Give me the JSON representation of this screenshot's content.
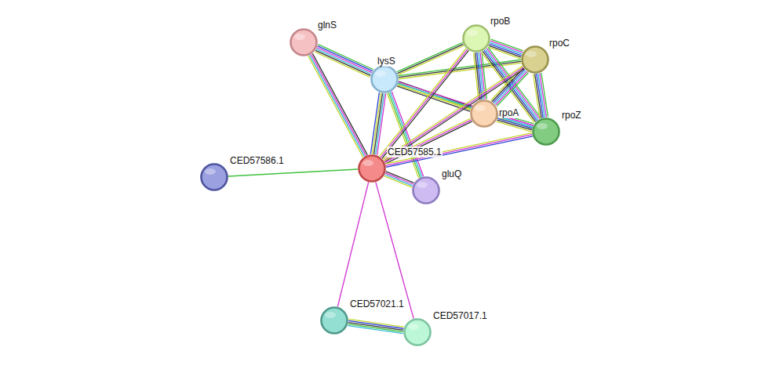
{
  "diagram": {
    "nodes": [
      {
        "text": [
          "glnS"
        ]
      },
      {
        "text": [
          "rpoB"
        ]
      },
      {
        "text": [
          "rpoC"
        ]
      },
      {
        "text": [
          "lysS"
        ]
      },
      {
        "text": [
          "rpoA"
        ]
      },
      {
        "text": [
          "rpoZ"
        ]
      },
      {
        "text": [
          "CED57585.1"
        ]
      },
      {
        "text": [
          "CED57586.1"
        ]
      },
      {
        "text": [
          "gluQ"
        ]
      },
      {
        "text": [
          "CED57021.1"
        ]
      },
      {
        "text": [
          "CED57017.1"
        ]
      }
    ],
    "edges": [
      {
        "from": 0,
        "to": 3,
        "arrow": "none"
      },
      {
        "from": 0,
        "to": 6,
        "arrow": "none"
      },
      {
        "from": 3,
        "to": 1,
        "arrow": "none"
      },
      {
        "from": 3,
        "to": 2,
        "arrow": "none"
      },
      {
        "from": 3,
        "to": 4,
        "arrow": "none"
      },
      {
        "from": 3,
        "to": 5,
        "arrow": "none"
      },
      {
        "from": 3,
        "to": 6,
        "arrow": "none"
      },
      {
        "from": 3,
        "to": 8,
        "arrow": "none"
      },
      {
        "from": 1,
        "to": 2,
        "arrow": "none"
      },
      {
        "from": 1,
        "to": 4,
        "arrow": "none"
      },
      {
        "from": 1,
        "to": 5,
        "arrow": "none"
      },
      {
        "from": 1,
        "to": 6,
        "arrow": "none"
      },
      {
        "from": 2,
        "to": 4,
        "arrow": "none"
      },
      {
        "from": 2,
        "to": 5,
        "arrow": "none"
      },
      {
        "from": 2,
        "to": 6,
        "arrow": "none"
      },
      {
        "from": 4,
        "to": 5,
        "arrow": "none"
      },
      {
        "from": 4,
        "to": 6,
        "arrow": "none"
      },
      {
        "from": 5,
        "to": 6,
        "arrow": "none"
      },
      {
        "from": 6,
        "to": 7,
        "arrow": "none"
      },
      {
        "from": 6,
        "to": 8,
        "arrow": "none"
      },
      {
        "from": 6,
        "to": 9,
        "arrow": "none"
      },
      {
        "from": 6,
        "to": 10,
        "arrow": "none"
      },
      {
        "from": 9,
        "to": 10,
        "arrow": "none"
      }
    ]
  }
}
